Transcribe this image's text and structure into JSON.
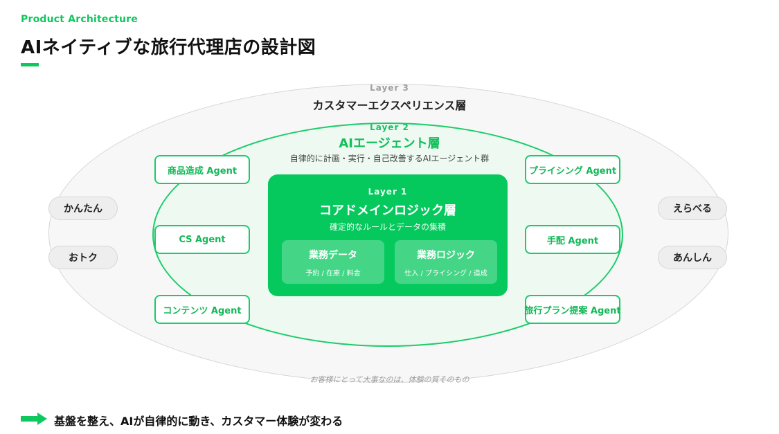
{
  "header": {
    "eyebrow": "Product Architecture",
    "title": "AIネイティブな旅行代理店の設計図"
  },
  "colors": {
    "accent": "#0ec85e",
    "core": "#06c95e",
    "inner_fill": "#edf9f1",
    "outer_fill": "#f7f7f7"
  },
  "layer3": {
    "tag": "Layer 3",
    "title": "カスタマーエクスペリエンス層",
    "values_left": [
      "かんたん",
      "おトク"
    ],
    "values_right": [
      "えらべる",
      "あんしん"
    ],
    "caption": "お客様にとって大事なのは、体験の質そのもの"
  },
  "layer2": {
    "tag": "Layer 2",
    "title": "AIエージェント層",
    "description": "自律的に計画・実行・自己改善するAIエージェント群",
    "agents_left": [
      "商品造成 Agent",
      "CS Agent",
      "コンテンツ Agent"
    ],
    "agents_right": [
      "プライシング Agent",
      "手配 Agent",
      "旅行プラン提案 Agent"
    ]
  },
  "layer1": {
    "tag": "Layer 1",
    "title": "コアドメインロジック層",
    "description": "確定的なルールとデータの集積",
    "blocks": [
      {
        "title": "業務データ",
        "desc": "予約 / 在庫 / 料金"
      },
      {
        "title": "業務ロジック",
        "desc": "仕入 / プライシング / 造成"
      }
    ]
  },
  "footer": {
    "arrow_icon": "right-arrow-icon",
    "tagline": "基盤を整え、AIが自律的に動き、カスタマー体験が変わる"
  }
}
